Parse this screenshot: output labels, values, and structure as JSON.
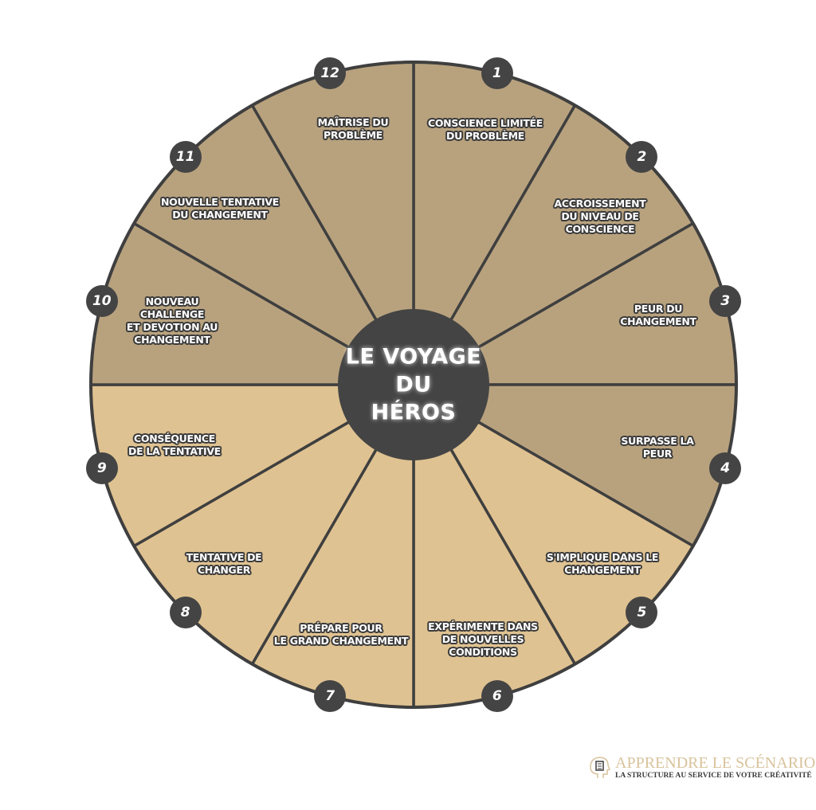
{
  "title": "LE VOYAGE\nDU\nHÉROS",
  "colors": {
    "dark_segment": "#b8a27e",
    "light_segment": "#dfc291",
    "outline": "#3f3f3f",
    "center": "#444444"
  },
  "steps": [
    {
      "number": "1",
      "label": "CONSCIENCE LIMITÉE\nDU PROBLÈME",
      "tone": "dark"
    },
    {
      "number": "2",
      "label": "ACCROISSEMENT\nDU NIVEAU DE\nCONSCIENCE",
      "tone": "dark"
    },
    {
      "number": "3",
      "label": "PEUR DU\nCHANGEMENT",
      "tone": "dark"
    },
    {
      "number": "4",
      "label": "SURPASSE LA\nPEUR",
      "tone": "dark"
    },
    {
      "number": "5",
      "label": "S'IMPLIQUE DANS LE\nCHANGEMENT",
      "tone": "light"
    },
    {
      "number": "6",
      "label": "EXPÉRIMENTE DANS\nDE NOUVELLES\nCONDITIONS",
      "tone": "light"
    },
    {
      "number": "7",
      "label": "PRÉPARE POUR\nLE GRAND CHANGEMENT",
      "tone": "light"
    },
    {
      "number": "8",
      "label": "TENTATIVE DE\nCHANGER",
      "tone": "light"
    },
    {
      "number": "9",
      "label": "CONSÉQUENCE\nDE LA TENTATIVE",
      "tone": "light"
    },
    {
      "number": "10",
      "label": "NOUVEAU\nCHALLENGE\nET DEVOTION AU\nCHANGEMENT",
      "tone": "dark"
    },
    {
      "number": "11",
      "label": "NOUVELLE TENTATIVE\nDU CHANGEMENT",
      "tone": "dark"
    },
    {
      "number": "12",
      "label": "MAÎTRISE DU\nPROBLÈME",
      "tone": "dark"
    }
  ],
  "logo": {
    "title": "APPRENDRE LE SCÉNARIO",
    "subtitle": "LA STRUCTURE AU SERVICE DE VOTRE CRÉATIVITÉ"
  }
}
